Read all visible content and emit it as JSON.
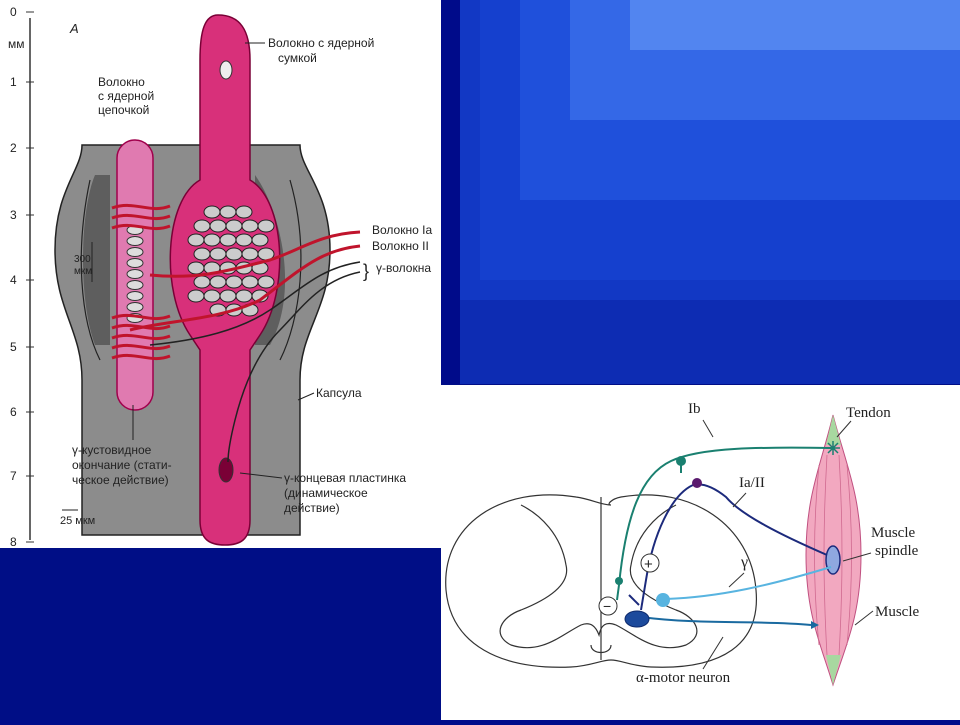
{
  "figure_a": {
    "panel_letter": "А",
    "scale_unit": "мм",
    "scale_ticks": [
      "0",
      "1",
      "2",
      "3",
      "4",
      "5",
      "6",
      "7",
      "8"
    ],
    "scale_300_num": "300",
    "scale_300_unit": "мкм",
    "scale_25": "25 мкм",
    "label_bag_1": "Волокно с ядерной",
    "label_bag_2": "сумкой",
    "label_chain_1": "Волокно",
    "label_chain_2": "с ядерной",
    "label_chain_3": "цепочкой",
    "label_ia": "Волокно Ia",
    "label_ii": "Волокно II",
    "label_gamma": "γ-волокна",
    "label_capsule": "Капсула",
    "label_spray_1": "γ-кустовидное",
    "label_spray_2": "окончание  (стати-",
    "label_spray_3": "ческое действие)",
    "label_plate_1": "γ-концевая пластинка",
    "label_plate_2": "(динамическое",
    "label_plate_3": "действие)"
  },
  "figure_b": {
    "label_ib": "Ib",
    "label_iaii": "Ia/II",
    "label_gamma": "γ",
    "label_tendon": "Tendon",
    "label_spindle_1": "Muscle",
    "label_spindle_2": "spindle",
    "label_muscle": "Muscle",
    "label_motor": "α-motor neuron",
    "plus_sign": "+",
    "minus_sign": "−"
  },
  "colors": {
    "background_blue": "#000e86",
    "gradient_blue": "#1030b0",
    "fiber_magenta": "#d8307a",
    "capsule_gray": "#8c8c8c",
    "nerve_red": "#c0142c",
    "ib_teal": "#1a8070",
    "ia_navy": "#1c2a7c",
    "gamma_lightblue": "#58b4e0",
    "muscle_pink": "#f2a8c0"
  }
}
